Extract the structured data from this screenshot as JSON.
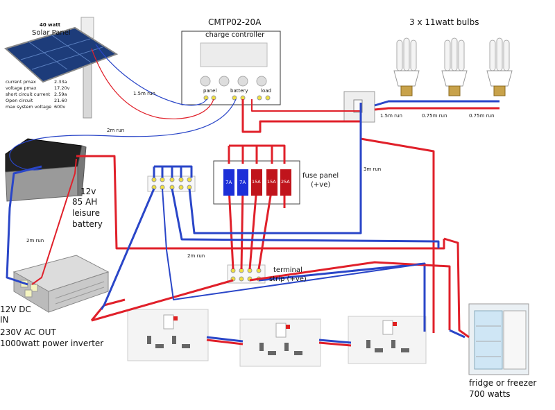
{
  "solar_panel": {
    "power": "40 watt",
    "name": "Solar Panel"
  },
  "panel_specs": [
    {
      "label": "current pmax",
      "value": "2.33a"
    },
    {
      "label": "voltage pmax",
      "value": "17.20v"
    },
    {
      "label": "short circuit current",
      "value": "2.59a"
    },
    {
      "label": "Open circuit",
      "value": "21.60"
    },
    {
      "label": "max system voltage",
      "value": "600v"
    }
  ],
  "controller": {
    "model": "CMTP02-20A",
    "name": "charge controller",
    "terminals": [
      "panel",
      "battery",
      "load"
    ]
  },
  "bulbs": {
    "title": "3 x 11watt bulbs"
  },
  "battery": {
    "lines": [
      "12v",
      "85 AH",
      "leisure",
      "battery"
    ]
  },
  "fuse_panel": {
    "fuses": [
      "7A",
      "7A",
      "15A",
      "15A",
      "25A"
    ],
    "label_1": "fuse panel",
    "label_2": "(+ve)"
  },
  "terminal_strip": {
    "label_1": "terminal",
    "label_2": "strip (+ve)"
  },
  "inverter": {
    "lines": [
      "12V DC",
      "IN",
      "230V AC  OUT",
      "1000watt power inverter"
    ]
  },
  "fridge": {
    "lines": [
      "fridge or freezer",
      "700 watts"
    ]
  },
  "runs": {
    "panel_to_controller": "1.5m run",
    "controller_to_battery": "2m run",
    "battery_to_inverter": "2m run",
    "negative_bus": "2m run",
    "switch_drop": "3m run",
    "switch_to_bulb": "1.5m run",
    "bulb_to_bulb_1": "0.75m run",
    "bulb_to_bulb_2": "0.75m run"
  },
  "colors": {
    "positive": "#e0202a",
    "negative": "#2a46c8",
    "fuse_blue": "#1c2fd8",
    "fuse_red": "#c0141c"
  }
}
